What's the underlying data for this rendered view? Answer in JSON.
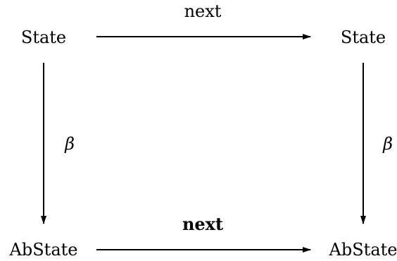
{
  "diagram": {
    "nodes": {
      "top_left": "State",
      "top_right": "State",
      "bottom_left": "AbState",
      "bottom_right": "AbState"
    },
    "edges": {
      "top": {
        "label": "next"
      },
      "bottom": {
        "label": "next",
        "bold": true
      },
      "left": {
        "label": "β",
        "italic": true
      },
      "right": {
        "label": "β",
        "italic": true
      }
    }
  }
}
